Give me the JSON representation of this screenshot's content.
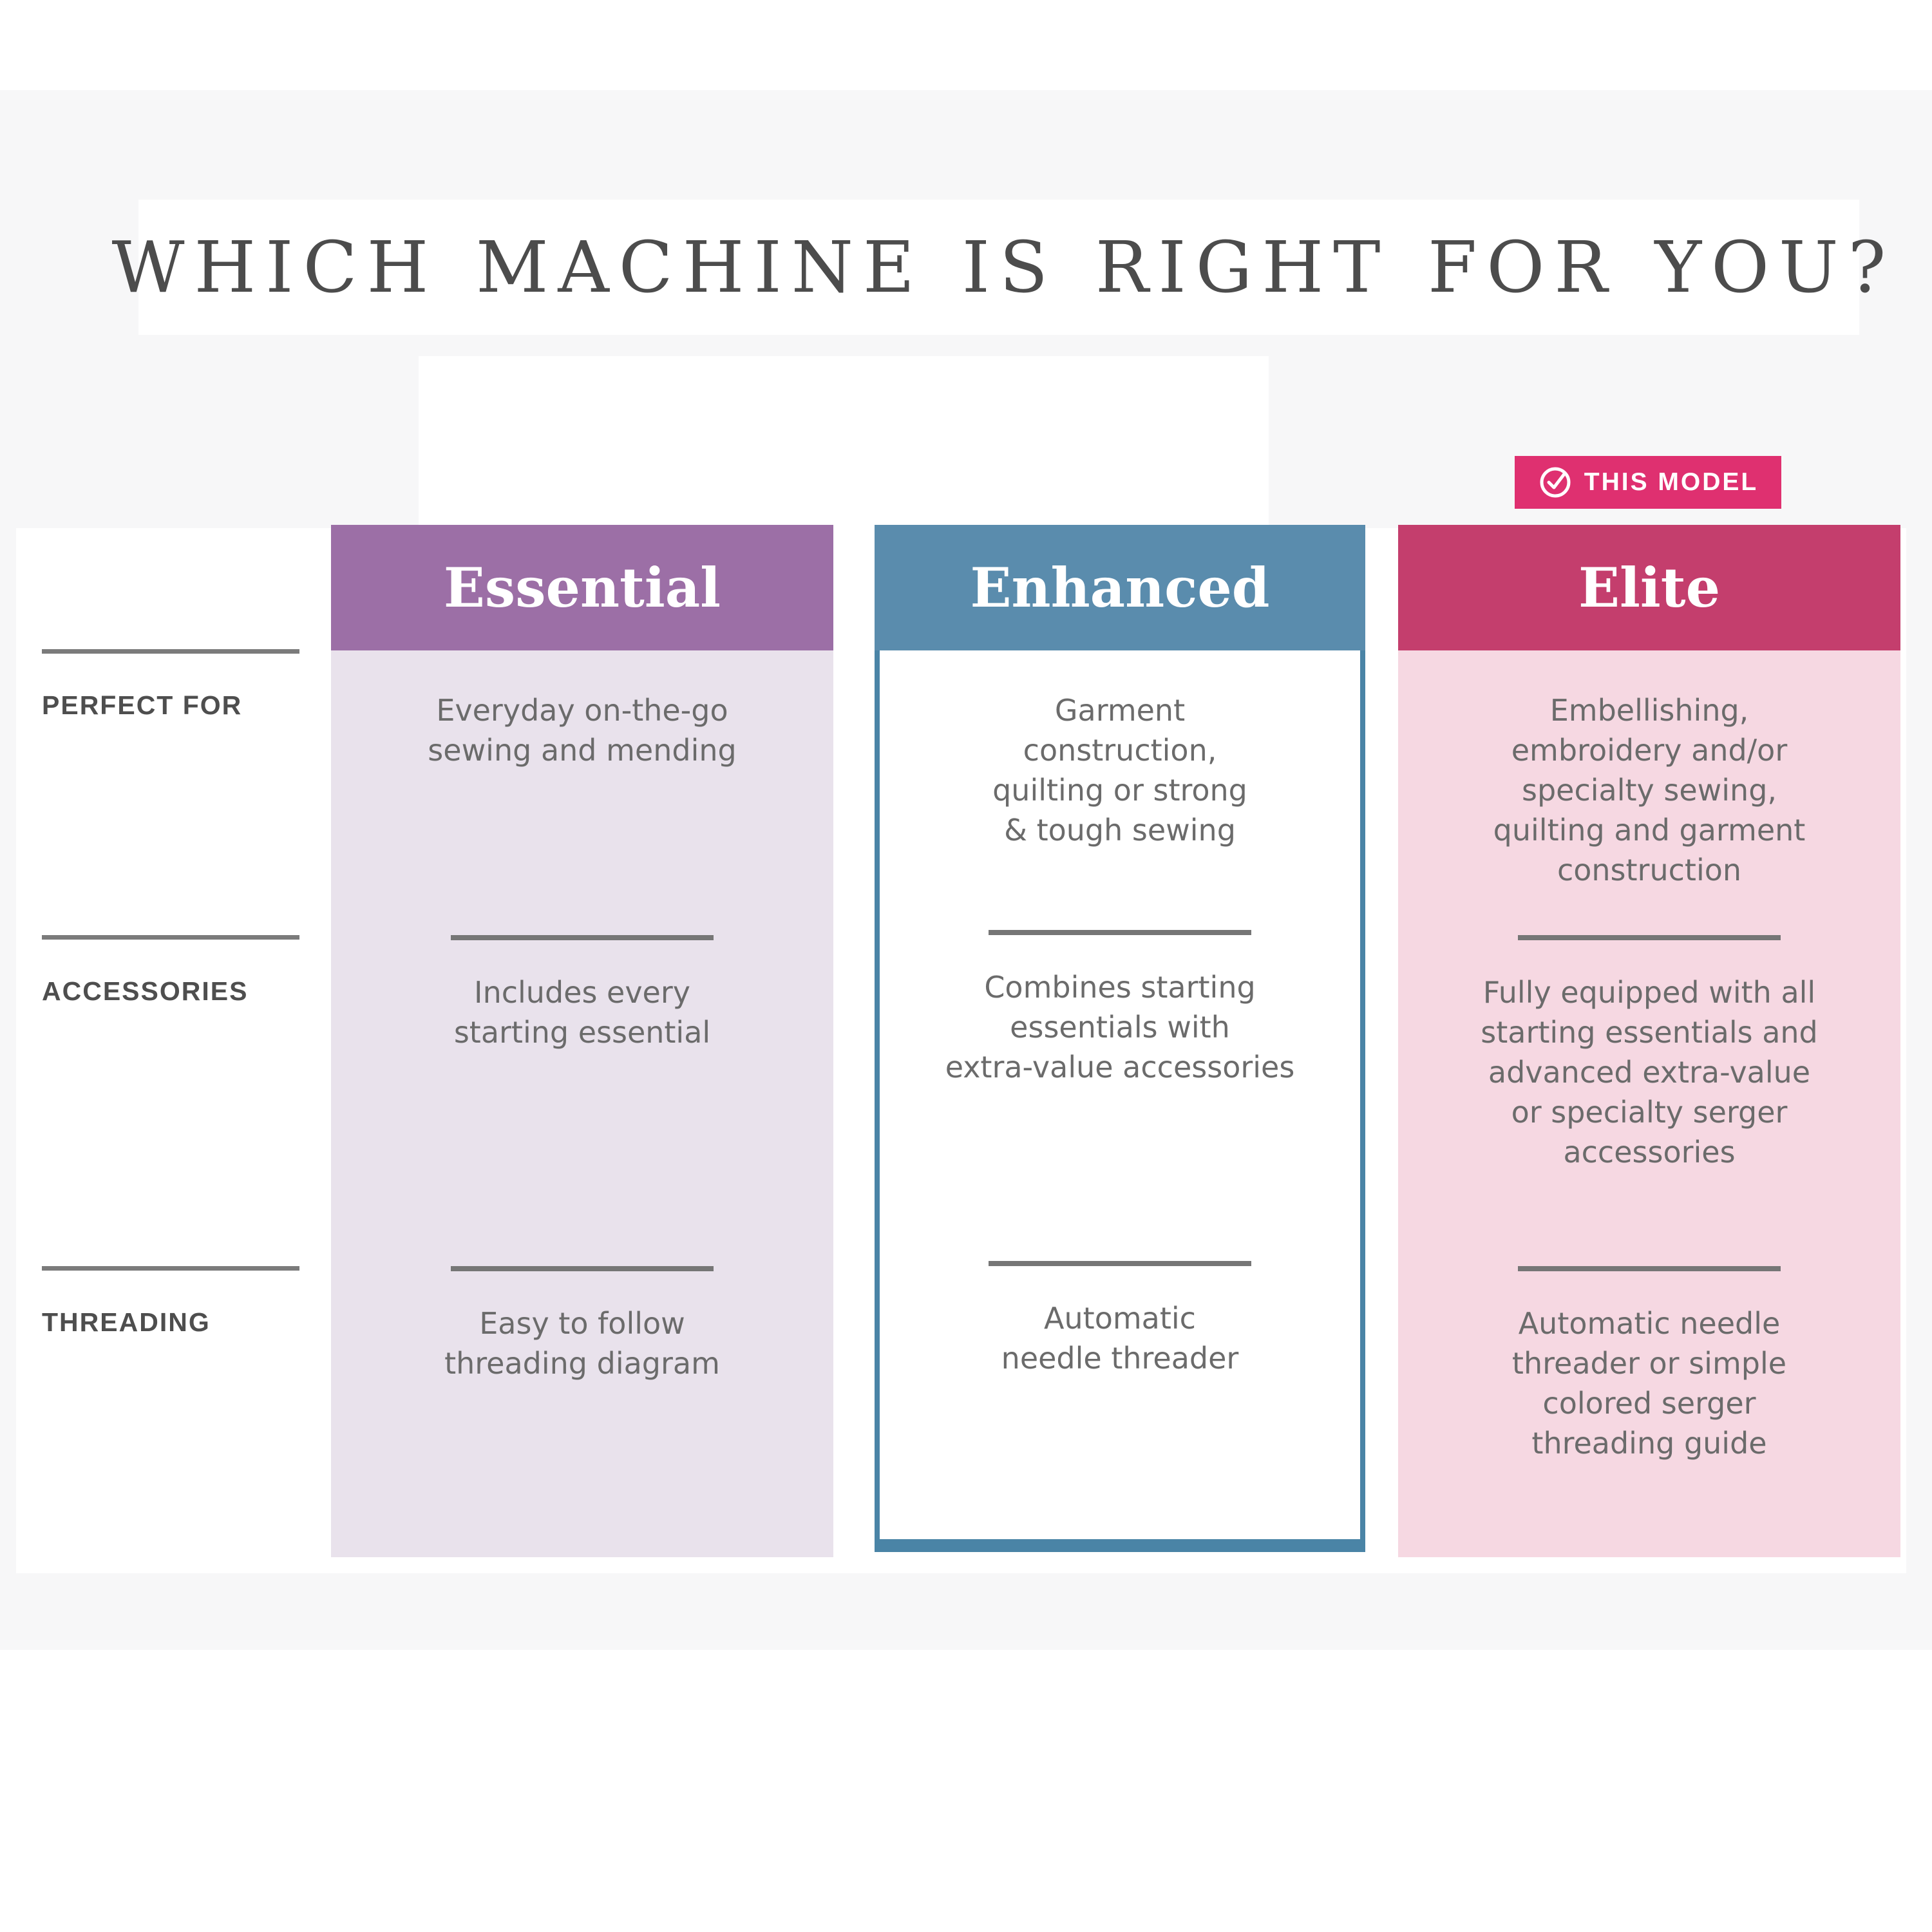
{
  "page": {
    "title": "WHICH MACHINE IS RIGHT FOR YOU?"
  },
  "badge": {
    "label": "THIS MODEL",
    "icon": "check-circle-icon",
    "background_color": "#df3070"
  },
  "rows": [
    {
      "label": "PERFECT FOR"
    },
    {
      "label": "ACCESSORIES"
    },
    {
      "label": "THREADING"
    }
  ],
  "columns": [
    {
      "name": "Essential",
      "header_color": "#9c6fa6",
      "body_color": "#e9e2ec",
      "perfect_for": "Everyday on-the-go\nsewing and mending",
      "accessories": "Includes every\nstarting essential",
      "threading": "Easy to follow\nthreading diagram"
    },
    {
      "name": "Enhanced",
      "header_color": "#5a8cad",
      "body_color": "#ffffff",
      "border_color": "#4a84a6",
      "perfect_for": "Garment\nconstruction,\nquilting or strong\n& tough sewing",
      "accessories": "Combines starting\nessentials with\nextra-value accessories",
      "threading": "Automatic\nneedle threader"
    },
    {
      "name": "Elite",
      "header_color": "#c43e6d",
      "body_color": "#f6d8e2",
      "perfect_for": "Embellishing,\nembroidery and/or\nspecialty sewing,\nquilting and garment\nconstruction",
      "accessories": "Fully equipped with all\nstarting essentials and\nadvanced extra-value\nor specialty serger\naccessories",
      "threading": "Automatic needle\nthreader or simple\ncolored serger\nthreading guide"
    }
  ],
  "chart_data": {
    "type": "table",
    "title": "WHICH MACHINE IS RIGHT FOR YOU?",
    "row_headers": [
      "PERFECT FOR",
      "ACCESSORIES",
      "THREADING"
    ],
    "column_headers": [
      "Essential",
      "Enhanced",
      "Elite"
    ],
    "cells": [
      [
        "Everyday on-the-go sewing and mending",
        "Garment construction, quilting or strong & tough sewing",
        "Embellishing, embroidery and/or specialty sewing, quilting and garment construction"
      ],
      [
        "Includes every starting essential",
        "Combines starting essentials with extra-value accessories",
        "Fully equipped with all starting essentials and advanced extra-value or specialty serger accessories"
      ],
      [
        "Easy to follow threading diagram",
        "Automatic needle threader",
        "Automatic needle threader or simple colored serger threading guide"
      ]
    ],
    "highlighted_column": "Elite",
    "highlight_badge": "THIS MODEL"
  }
}
